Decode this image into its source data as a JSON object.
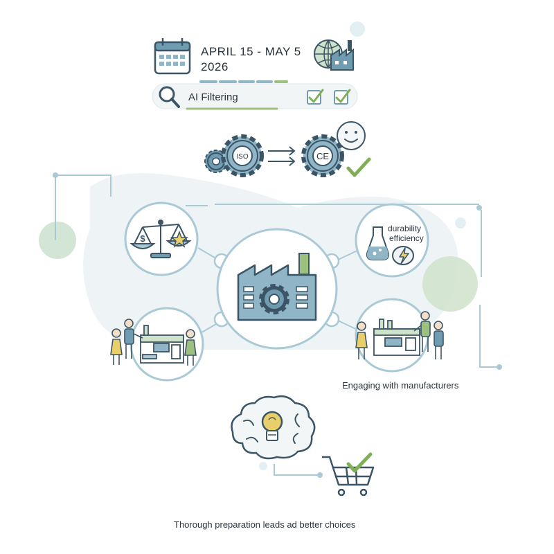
{
  "header": {
    "date_line_1": "APRIL 15 - MAY 5",
    "date_line_2": "2026",
    "filter_label": "AI Filtering"
  },
  "standards": {
    "iso_label": "ISO",
    "ce_label": "CE"
  },
  "criteria": {
    "line_1": "durability",
    "line_2": "efficiency"
  },
  "captions": {
    "engaging": "Engaging with manufacturers",
    "conclusion": "Thorough preparation leads ad better choices"
  },
  "colors": {
    "ink": "#3c5566",
    "teal": "#6f9cb0",
    "teal_light": "#a9c9d6",
    "green": "#7fae57",
    "green_soft": "#cfe2cb",
    "yellow": "#e8cf6a",
    "blob": "#eef4f6"
  },
  "icons": [
    "calendar-icon",
    "globe-factory-icon",
    "magnifier-icon",
    "checkbox-icon",
    "gear-icon",
    "smiley-icon",
    "checkmark-icon",
    "scale-icon",
    "star-icon",
    "flask-icon",
    "lightning-icon",
    "factory-icon",
    "person-icon",
    "machine-icon",
    "brain-icon",
    "lightbulb-icon",
    "shopping-cart-icon"
  ]
}
